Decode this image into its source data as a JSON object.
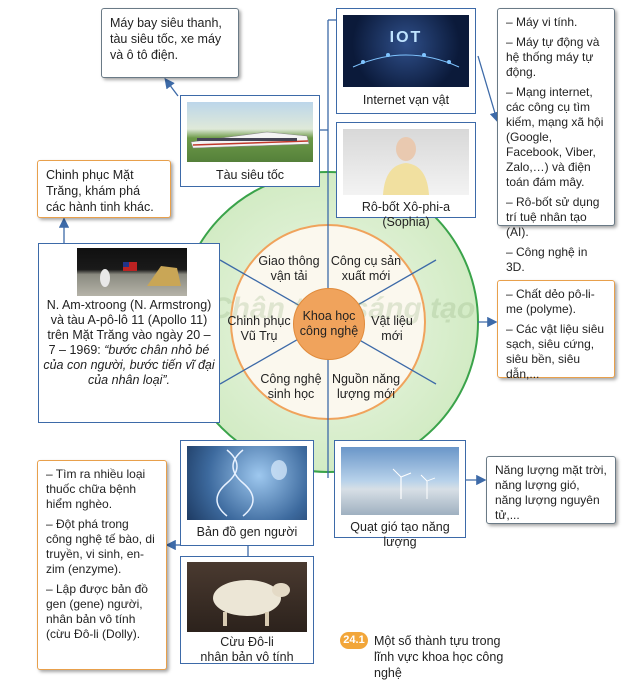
{
  "center": "Khoa học công nghệ",
  "sectors": [
    "Giao thông vận tải",
    "Công cụ sản xuất mới",
    "Chinh phục Vũ Trụ",
    "Vật liệu mới",
    "Công nghệ sinh học",
    "Nguồn năng lượng mới"
  ],
  "photos": {
    "train": "Tàu siêu tốc",
    "iot": "Internet vạn vật",
    "iot_screen": "IOT",
    "robot": "Rô-bốt Xô-phi-a (Sophia)",
    "moon": "N. Am-xtroong (N. Armstrong) và tàu A-pô-lô 11 (Apollo 11) trên Mặt Trăng vào ngày 20 – 7 – 1969:",
    "moon_quote": "“bước chân nhỏ bé của con người, bước tiến vĩ đại của nhân loại”.",
    "wind": "Quạt gió tạo năng lượng",
    "gene": "Bản đồ gen người",
    "dolly_1": "Cừu Đô-li",
    "dolly_2": "nhân bản vô tính"
  },
  "boxes": {
    "transport": "Máy bay siêu thanh, tàu siêu tốc, xe máy và ô tô điện.",
    "space": "Chinh phục Mặt Trăng, khám phá các hành tinh khác.",
    "tools": [
      "– Máy vi tính.",
      "– Máy tự động và hệ thống máy tự động.",
      "– Mạng internet, các công cụ tìm kiếm, mạng xã hội (Google, Facebook, Viber, Zalo,…) và điện toán đám mây.",
      "– Rô-bốt sử dụng trí tuệ nhân tạo (AI).",
      "– Công nghệ in 3D."
    ],
    "materials": [
      "– Chất dẻo pô-li-me (polyme).",
      "– Các vật liệu siêu sạch, siêu cứng, siêu bền, siêu dẫn,..."
    ],
    "energy": "Năng lượng mặt trời, năng lượng gió, năng lượng nguyên tử,...",
    "bio": [
      "– Tìm ra nhiều loại thuốc chữa bệnh hiểm nghèo.",
      "– Đột phá trong công nghệ tế bào, di truyền, vi sinh, en-zim (enzyme).",
      "– Lập được bản đồ gen (gene) người, nhân bản vô tính (cừu Đô-li (Dolly)."
    ]
  },
  "figure": {
    "number": "24.1",
    "caption": "Một số thành tựu trong lĩnh vực khoa học công nghệ"
  },
  "watermark": "Chân trời sáng tạo",
  "colors": {
    "outer_ring": "#3aa34a",
    "inner_ring": "#f0a35c",
    "line": "#3d6aa8",
    "photo_border": "#3d6aa8",
    "orange_border": "#e8a04c",
    "badge": "#f2a63a"
  }
}
